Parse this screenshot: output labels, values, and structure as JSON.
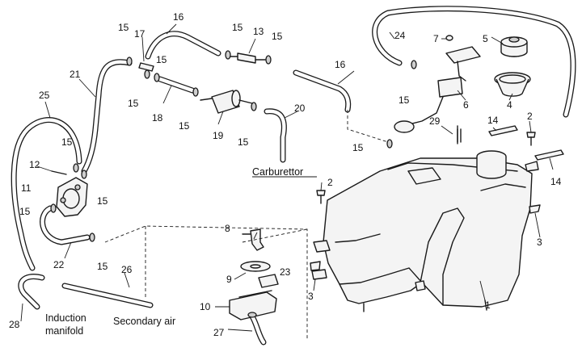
{
  "callouts": {
    "n1": "1",
    "n2a": "2",
    "n2b": "2",
    "n3a": "3",
    "n3b": "3",
    "n4": "4",
    "n5": "5",
    "n6": "6",
    "n7": "7",
    "n8": "8",
    "n9": "9",
    "n10": "10",
    "n11": "11",
    "n12": "12",
    "n13": "13",
    "n14a": "14",
    "n14b": "14",
    "n15a": "15",
    "n15b": "15",
    "n15c": "15",
    "n15d": "15",
    "n15e": "15",
    "n15f": "15",
    "n15g": "15",
    "n15h": "15",
    "n15i": "15",
    "n15j": "15",
    "n15k": "15",
    "n15l": "15",
    "n15m": "15",
    "n16a": "16",
    "n16b": "16",
    "n17": "17",
    "n18": "18",
    "n19": "19",
    "n20": "20",
    "n21": "21",
    "n22": "22",
    "n23": "23",
    "n24": "24",
    "n25": "25",
    "n26": "26",
    "n27": "27",
    "n28": "28",
    "n29": "29"
  },
  "labels": {
    "carburettor": "Carburettor",
    "induction_line1": "Induction",
    "induction_line2": "manifold",
    "secondary_air": "Secondary air"
  }
}
